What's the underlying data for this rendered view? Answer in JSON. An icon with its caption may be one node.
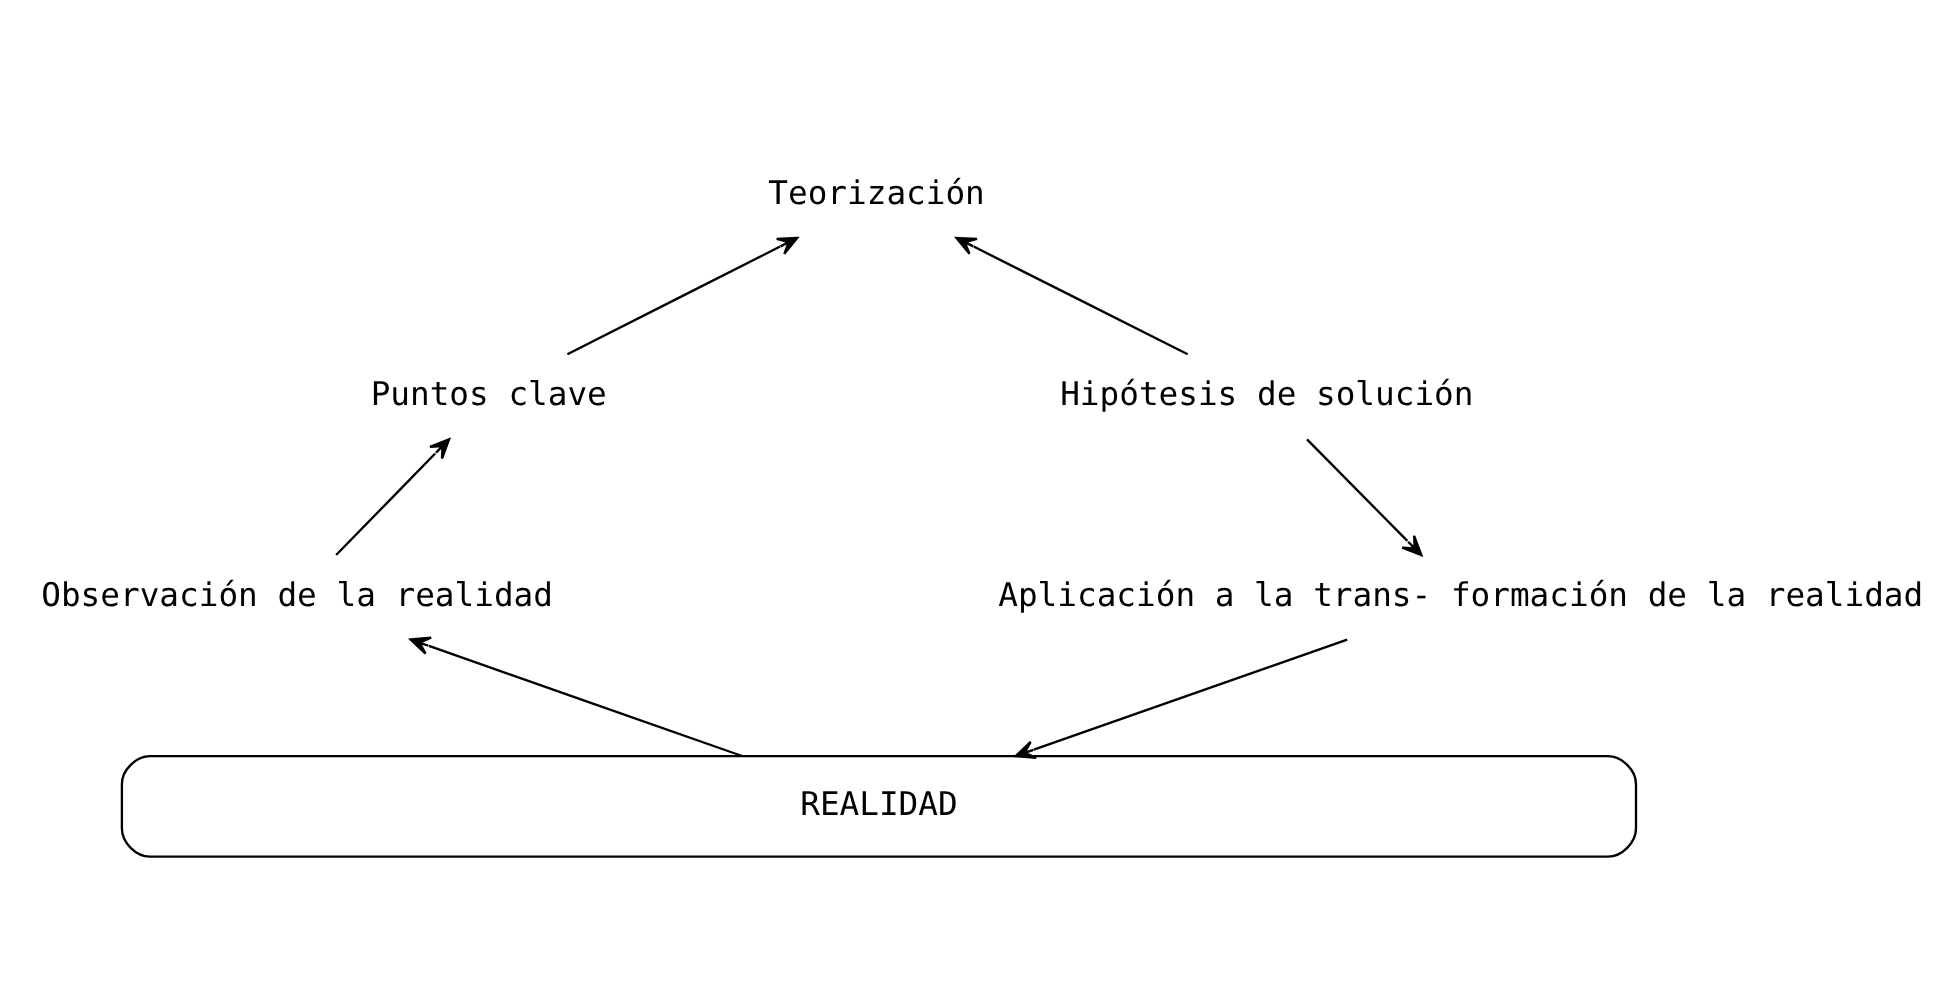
{
  "diagram": {
    "nodes": [
      {
        "text": [
          "Teorización"
        ]
      },
      {
        "text": [
          "Puntos clave"
        ]
      },
      {
        "text": [
          "Hipótesis de solución"
        ]
      },
      {
        "text": [
          "Observación de la realidad"
        ]
      },
      {
        "text": [
          "Aplicación a la trans- formación de la realidad"
        ]
      },
      {
        "text": [
          "REALIDAD"
        ]
      }
    ],
    "edges": [
      {
        "from": 5,
        "to": 3,
        "arrow": "to"
      },
      {
        "from": 3,
        "to": 1,
        "arrow": "to"
      },
      {
        "from": 1,
        "to": 0,
        "arrow": "to"
      },
      {
        "from": 2,
        "to": 0,
        "arrow": "to"
      },
      {
        "from": 2,
        "to": 4,
        "arrow": "to"
      },
      {
        "from": 4,
        "to": 5,
        "arrow": "to"
      }
    ]
  }
}
